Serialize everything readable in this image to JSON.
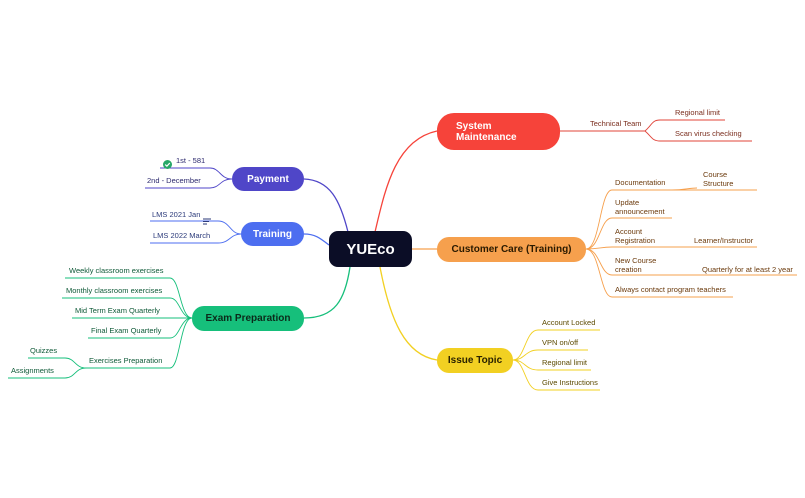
{
  "root": "YUEco",
  "branches": {
    "system_maintenance": {
      "title_line1": "System",
      "title_line2": "Maintenance",
      "color": "#f6433a",
      "child": "Technical Team",
      "grandchildren": [
        "Regional limit",
        "Scan virus checking"
      ]
    },
    "customer_care": {
      "title": "Customer Care (Training)",
      "color": "#f6a04d",
      "documentation": "Documentation",
      "course_structure_1": "Course",
      "course_structure_2": "Structure",
      "update_1": "Update",
      "update_2": "announcement",
      "account_1": "Account",
      "account_2": "Registration",
      "learner": "Learner/Instructor",
      "new_course_1": "New Course",
      "new_course_2": "creation",
      "quarterly": "Quarterly for at least 2 year",
      "contact": "Always contact program teachers"
    },
    "issue_topic": {
      "title": "Issue Topic",
      "color": "#f2d022",
      "items": [
        "Account Locked",
        "VPN on/off",
        "Regional limit",
        "Give Instructions"
      ]
    },
    "payment": {
      "title": "Payment",
      "color": "#4f46c8",
      "items": [
        "1st - 581",
        "2nd - December"
      ]
    },
    "training": {
      "title": "Training",
      "color": "#4d6ef0",
      "items": [
        "LMS 2021 Jan",
        "LMS 2022 March"
      ]
    },
    "exam_preparation": {
      "title": "Exam Preparation",
      "color": "#16bf7b",
      "items": [
        "Weekly classroom exercises",
        "Monthly classroom exercises",
        "Mid Term Exam Quarterly",
        "Final Exam Quarterly",
        "Exercises Preparation"
      ],
      "sub_items": [
        "Quizzes",
        "Assignments"
      ]
    }
  }
}
